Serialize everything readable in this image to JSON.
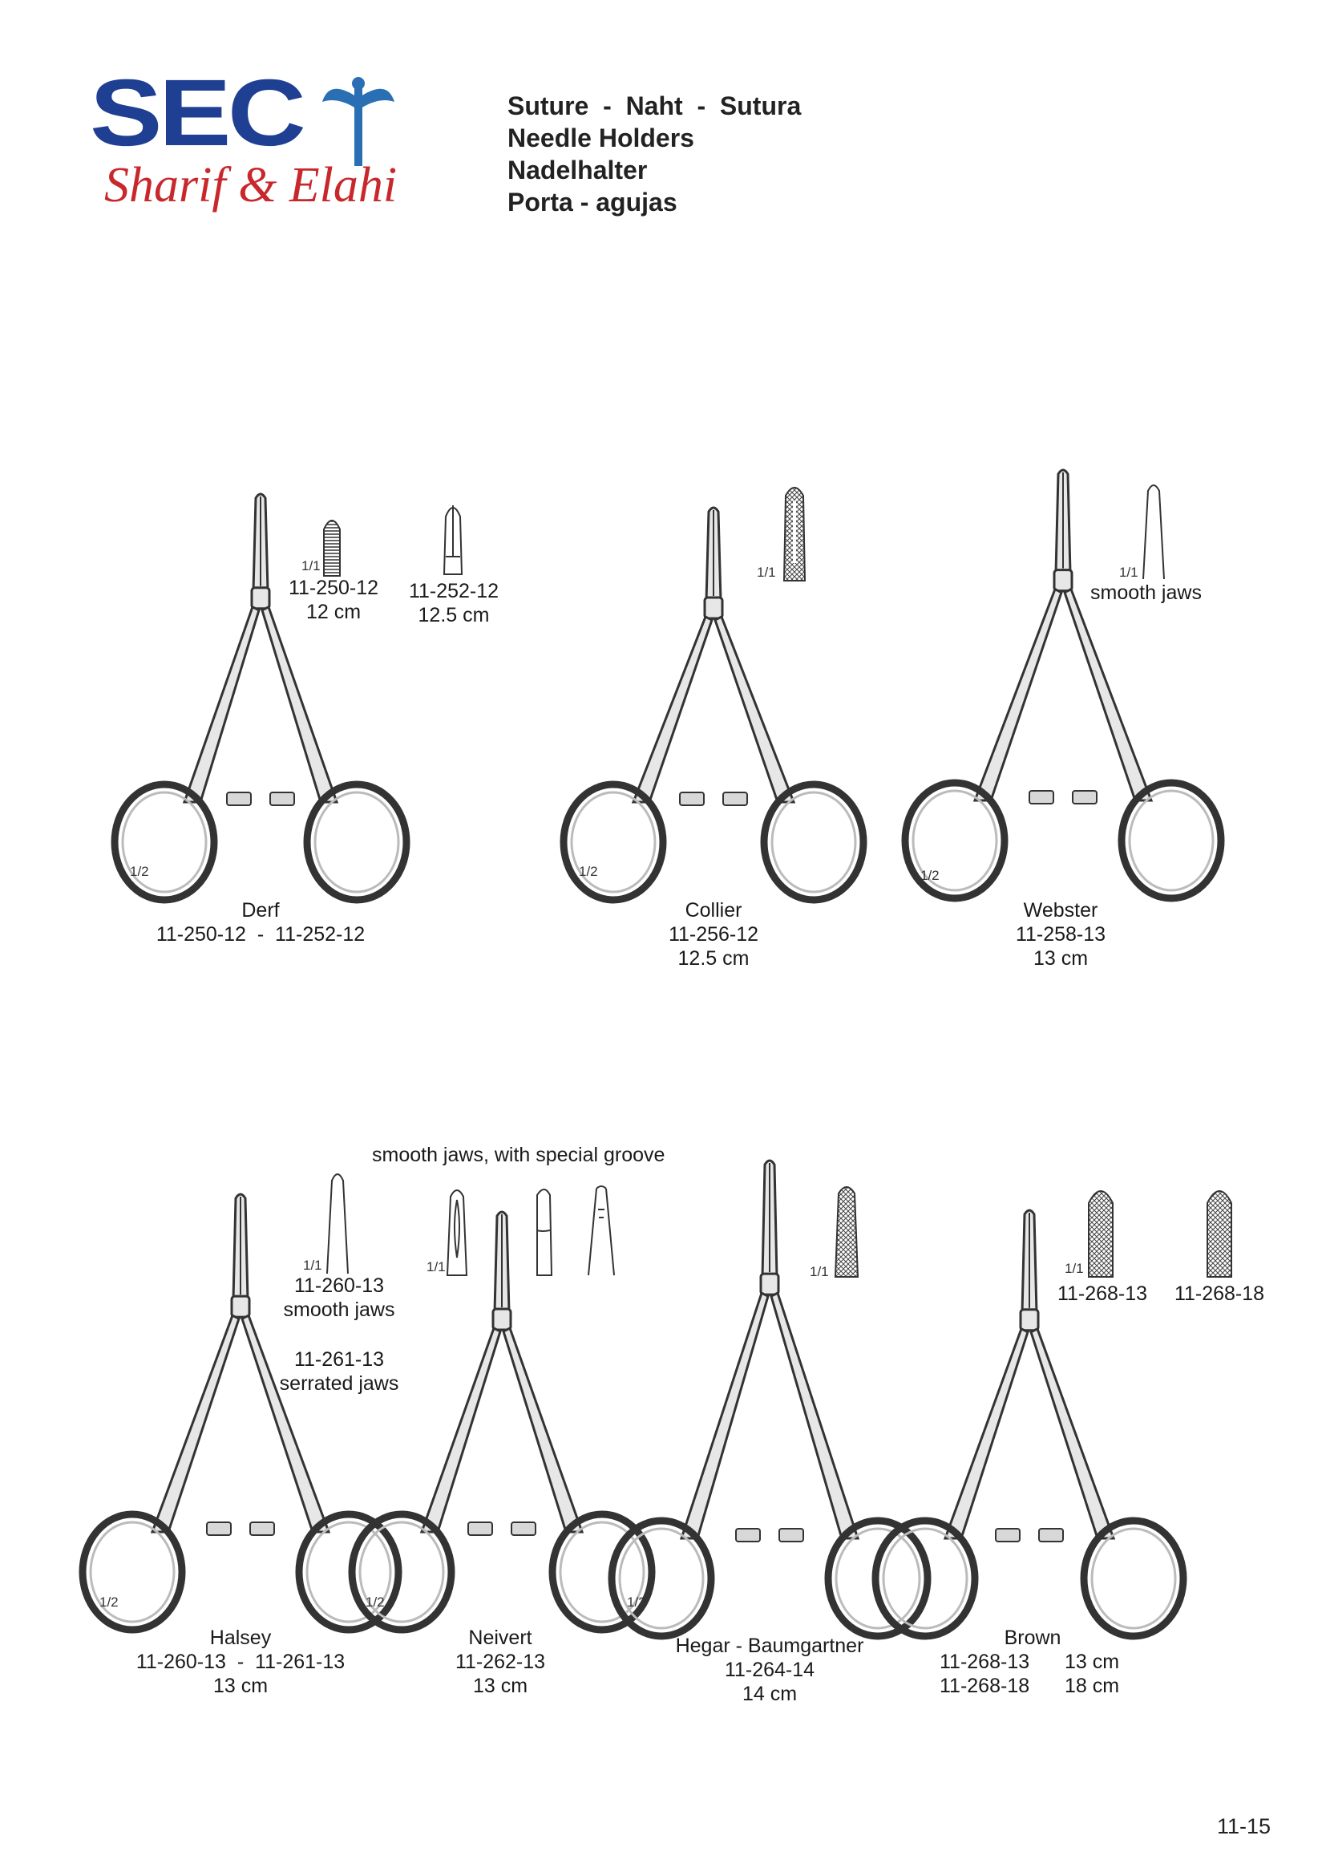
{
  "header": {
    "logo_text": "SEC",
    "logo_script": "Sharif & Elahi",
    "lines": [
      "Suture  -  Naht  -  Sutura",
      "Needle Holders",
      "Nadelhalter",
      "Porta - agujas"
    ]
  },
  "page_number": "11-15",
  "groove_note": "smooth jaws, with special groove",
  "instruments": [
    {
      "id": "derf",
      "name": "Derf",
      "codes": "11-250-12  -  11-252-12",
      "size": "",
      "scale": "1/2",
      "tips": [
        {
          "scale": "1/1",
          "code": "11-250-12",
          "size": "12 cm",
          "note": ""
        },
        {
          "scale": "",
          "code": "11-252-12",
          "size": "12.5 cm",
          "note": ""
        }
      ]
    },
    {
      "id": "collier",
      "name": "Collier",
      "codes": "11-256-12",
      "size": "12.5 cm",
      "scale": "1/2",
      "tips": [
        {
          "scale": "1/1",
          "code": "",
          "size": "",
          "note": ""
        }
      ]
    },
    {
      "id": "webster",
      "name": "Webster",
      "codes": "11-258-13",
      "size": "13 cm",
      "scale": "1/2",
      "tips": [
        {
          "scale": "1/1",
          "code": "",
          "size": "",
          "note": "smooth jaws"
        }
      ]
    },
    {
      "id": "halsey",
      "name": "Halsey",
      "codes": "11-260-13  -  11-261-13",
      "size": "13 cm",
      "scale": "1/2",
      "tips": [
        {
          "scale": "1/1",
          "code": "11-260-13",
          "size": "",
          "note": "smooth jaws",
          "code2": "11-261-13",
          "note2": "serrated jaws"
        }
      ]
    },
    {
      "id": "neivert",
      "name": "Neivert",
      "codes": "11-262-13",
      "size": "13 cm",
      "scale": "1/2",
      "tips": [
        {
          "scale": "1/1",
          "code": "",
          "size": "",
          "note": ""
        }
      ]
    },
    {
      "id": "hegar",
      "name": "Hegar - Baumgartner",
      "codes": "11-264-14",
      "size": "14 cm",
      "scale": "1/2",
      "tips": [
        {
          "scale": "1/1",
          "code": "",
          "size": "",
          "note": ""
        }
      ]
    },
    {
      "id": "brown",
      "name": "Brown",
      "codes_lines": [
        "11-268-13",
        "11-268-18"
      ],
      "size_lines": [
        "13 cm",
        "18 cm"
      ],
      "scale": "",
      "tips": [
        {
          "scale": "1/1",
          "code": "11-268-13",
          "size": "",
          "note": ""
        },
        {
          "scale": "",
          "code": "11-268-18",
          "size": "",
          "note": ""
        }
      ]
    }
  ],
  "colors": {
    "logo_blue": "#1f3f93",
    "logo_red": "#c8282c",
    "text": "#1a1a1a"
  }
}
